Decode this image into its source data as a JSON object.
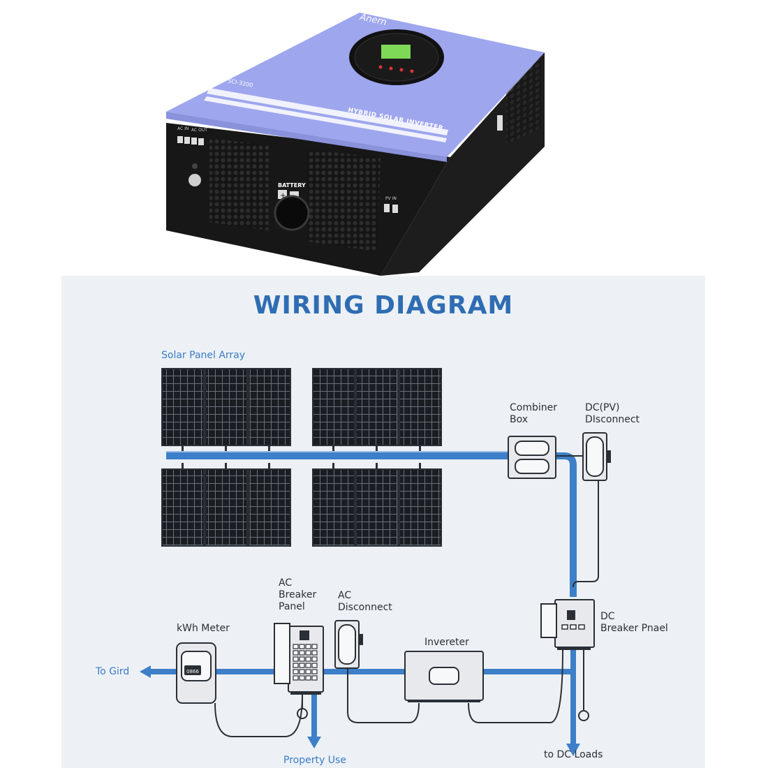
{
  "product": {
    "brand": "Anern",
    "model": "SCI-3200",
    "name": "HYBRID SOLAR INVERTER",
    "ports": {
      "ac_in": "AC IN",
      "ac_out": "AC OUT",
      "battery": "BATTERY",
      "battery_plus": "+",
      "battery_minus": "−",
      "pv_in": "PV IN"
    }
  },
  "diagram": {
    "title": "WIRING DIAGRAM",
    "labels": {
      "solar_array": "Solar Panel Array",
      "combiner": "Combiner\nBox",
      "dc_disconnect": "DC(PV)\nDIsconnect",
      "dc_breaker": "DC\nBreaker Pnael",
      "inverter": "Invereter",
      "ac_disconnect": "AC\nDisconnect",
      "ac_breaker": "AC\nBreaker\nPanel",
      "kwh_meter": "kWh Meter",
      "meter_reading": "0866",
      "to_grid": "To Gird",
      "property_use": "Property Use",
      "dc_loads": "to DC Loads"
    },
    "colors": {
      "wire": "#3d7fc8",
      "title": "#2f6db3",
      "panel_bg": "#edf1f5",
      "inverter_top": "#9ea5ee"
    }
  }
}
